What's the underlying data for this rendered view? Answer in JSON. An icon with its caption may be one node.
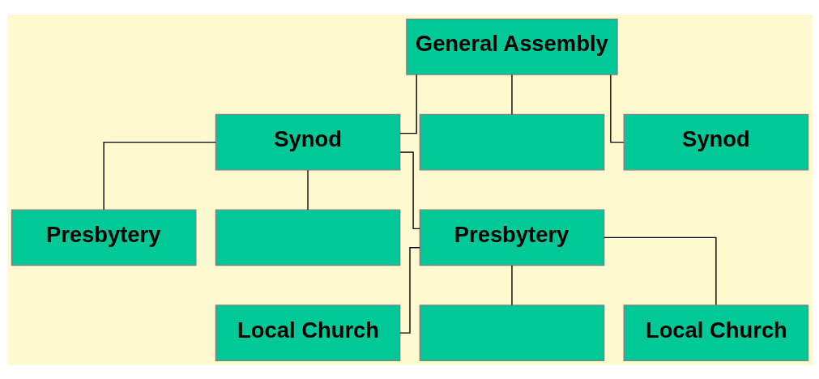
{
  "diagram": {
    "nodes": [
      {
        "text": [
          "General Assembly"
        ]
      },
      {
        "text": [
          "Synod"
        ]
      },
      {
        "text": [],
        "shape": "box"
      },
      {
        "text": [
          "Synod"
        ]
      },
      {
        "text": [
          "Presbytery"
        ]
      },
      {
        "text": [],
        "shape": "box"
      },
      {
        "text": [
          "Presbytery"
        ]
      },
      {
        "text": [
          "Local Church"
        ]
      },
      {
        "text": [],
        "shape": "box"
      },
      {
        "text": [
          "Local Church"
        ]
      }
    ],
    "edges": [
      {
        "from": 0,
        "to": 1,
        "arrow": "none"
      },
      {
        "from": 0,
        "to": 2,
        "arrow": "none"
      },
      {
        "from": 0,
        "to": 3,
        "arrow": "none"
      },
      {
        "from": 1,
        "to": 4,
        "arrow": "none"
      },
      {
        "from": 1,
        "to": 5,
        "arrow": "none"
      },
      {
        "from": 1,
        "to": 6,
        "arrow": "none"
      },
      {
        "from": 6,
        "to": 7,
        "arrow": "none"
      },
      {
        "from": 6,
        "to": 8,
        "arrow": "none"
      },
      {
        "from": 6,
        "to": 9,
        "arrow": "none"
      }
    ]
  }
}
